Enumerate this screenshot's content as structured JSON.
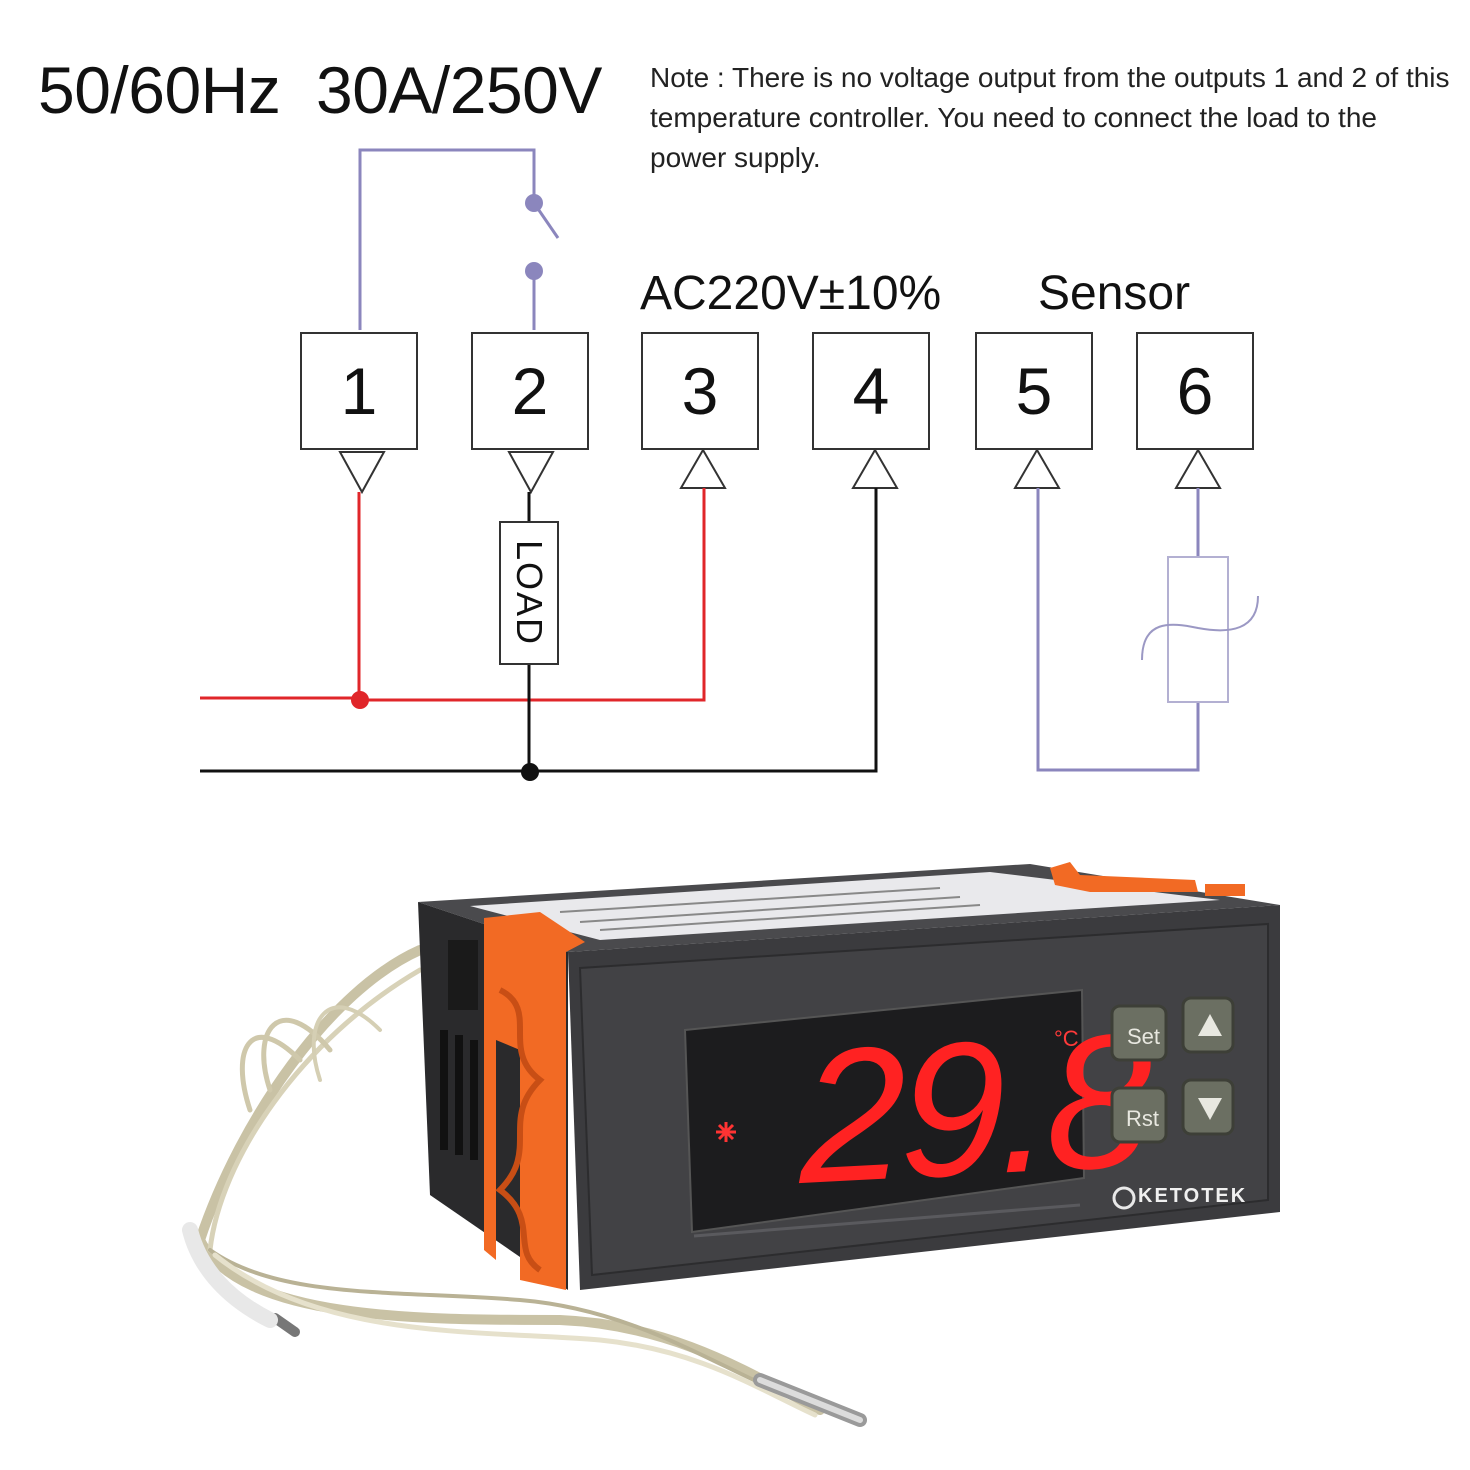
{
  "specs": "50/60Hz  30A/250V",
  "note": "Note : There is no voltage output from the outputs 1 and 2 of this temperature controller. You need to connect the load to the power supply.",
  "labels": {
    "ac": "AC220V±10%",
    "sensor": "Sensor",
    "load": "LOAD"
  },
  "terminals": [
    "1",
    "2",
    "3",
    "4",
    "5",
    "6"
  ],
  "colors": {
    "switch_wire": "#8b86bd",
    "live_wire": "#e0262a",
    "neutral_wire": "#111111",
    "sensor_wire": "#8b86bd",
    "device_body": "#3a3a3c",
    "clip": "#f26a24",
    "led": "#ff2222"
  },
  "device": {
    "display": "29.8",
    "unit": "°C",
    "buttons": {
      "set": "Set",
      "rst": "Rst",
      "up_icon": "triangle-up-icon",
      "down_icon": "triangle-down-icon"
    },
    "brand": "KETOTEK"
  }
}
